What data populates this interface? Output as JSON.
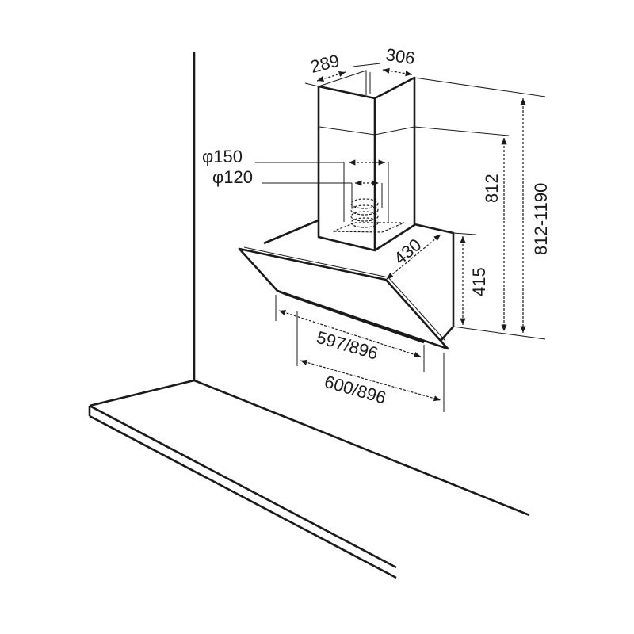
{
  "dimensions": {
    "chimney_depth": "289",
    "chimney_width": "306",
    "outlet_outer": "φ150",
    "outlet_inner": "φ120",
    "hood_depth": "430",
    "chimney_height": "812",
    "total_height": "812-1190",
    "hood_height": "415",
    "inner_width": "597/896",
    "outer_width": "600/896"
  },
  "colors": {
    "line": "#1a1a1a",
    "background": "#ffffff"
  }
}
